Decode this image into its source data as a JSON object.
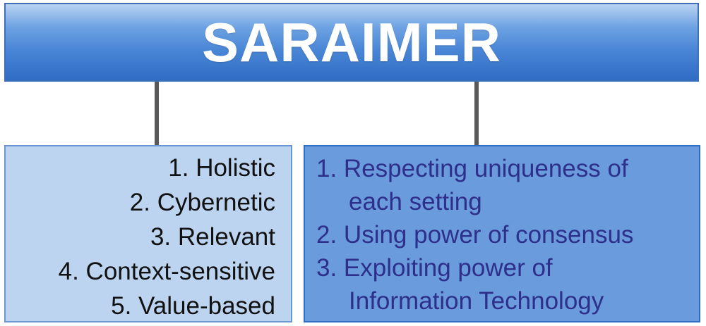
{
  "title": "SARAIMER",
  "left_box": {
    "items": [
      "1. Holistic",
      "2. Cybernetic",
      "3. Relevant",
      "4. Context-sensitive",
      "5. Value-based"
    ]
  },
  "right_box": {
    "items": [
      "1. Respecting uniqueness of",
      "each setting",
      "2. Using power of consensus",
      "3. Exploiting power of",
      "Information Technology"
    ]
  },
  "colors": {
    "title_fill": "#4a86d6",
    "title_text": "#ffffff",
    "left_fill": "#bcd4f0",
    "right_fill": "#6a9bdc",
    "right_text": "#2e2f8a",
    "connector": "#595959"
  }
}
